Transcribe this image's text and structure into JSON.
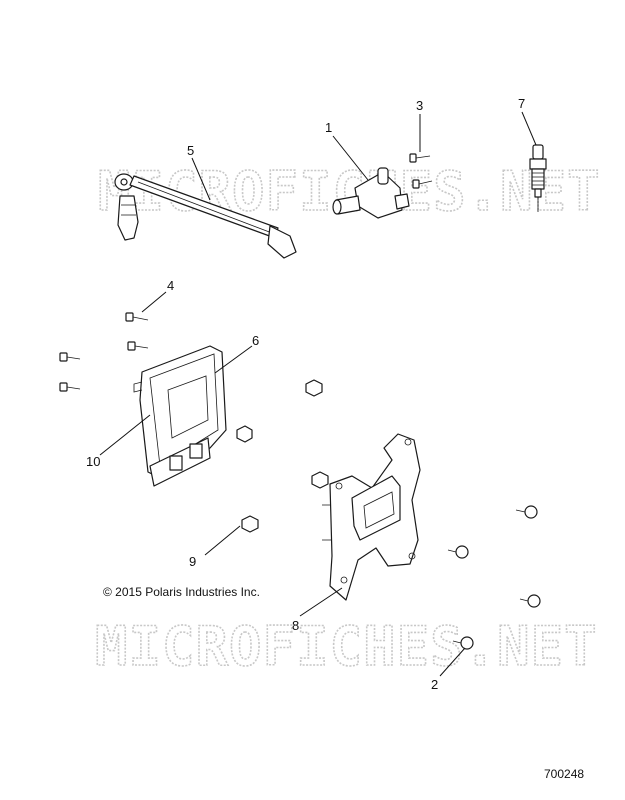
{
  "watermark": "MICROFICHES.NET",
  "copyright": "© 2015 Polaris Industries Inc.",
  "diagram_number": "700248",
  "callouts": [
    "1",
    "2",
    "3",
    "4",
    "5",
    "6",
    "7",
    "8",
    "9",
    "10"
  ]
}
